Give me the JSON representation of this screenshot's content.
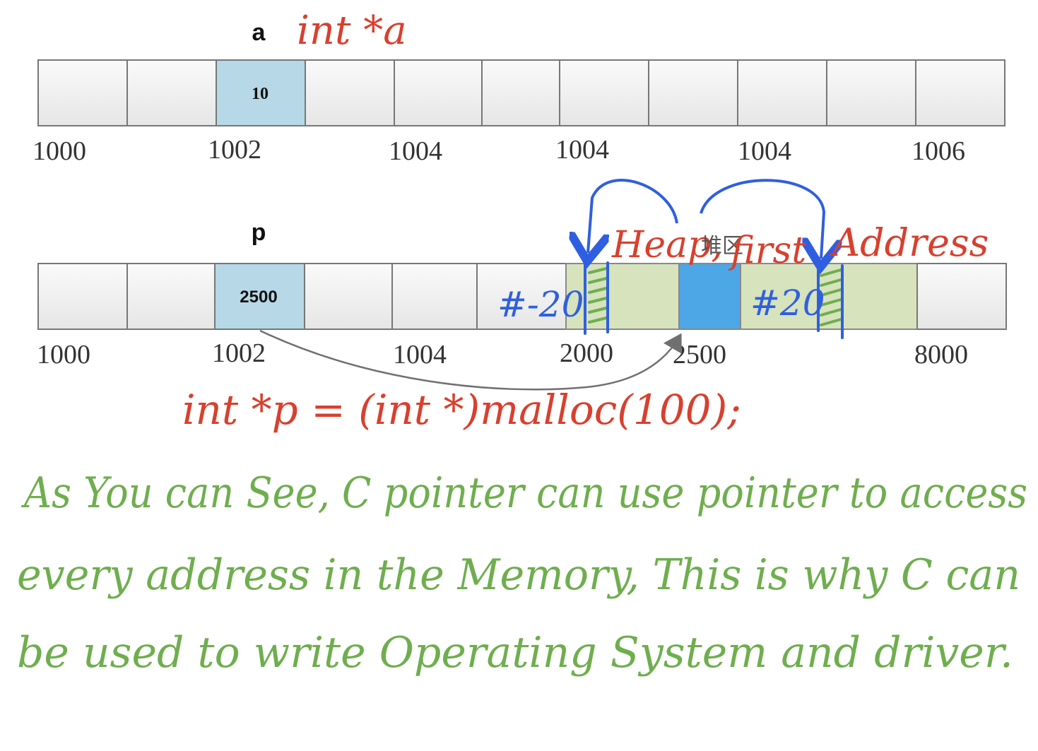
{
  "row1": {
    "var_label": "a",
    "annotation": "int *a",
    "cell_value": "10",
    "addresses": [
      "1000",
      "1002",
      "1004",
      "1004",
      "1004",
      "1006"
    ]
  },
  "row2": {
    "var_label": "p",
    "cell_value": "2500",
    "heap_label": "Heap,",
    "heap_chinese": "堆区",
    "first_label": "first",
    "address_label": "Address",
    "offset_minus": "#-20",
    "offset_plus": "#20",
    "addresses": [
      "1000",
      "1002",
      "1004",
      "2000",
      "2500",
      "8000"
    ]
  },
  "code": "int *p = (int *)malloc(100);",
  "note": {
    "line1": "As You can See, C pointer can use pointer to access",
    "line2": "every address in the Memory, This is why C can",
    "line3": "be used to write Operating System and driver."
  },
  "colors": {
    "cell_highlight": "#b7d8e6",
    "heap_green": "#d6e3bd",
    "heap_blue": "#4da6e6",
    "red_ink": "#d8402e",
    "blue_ink": "#2f5fe0",
    "green_ink": "#6fae4e"
  }
}
